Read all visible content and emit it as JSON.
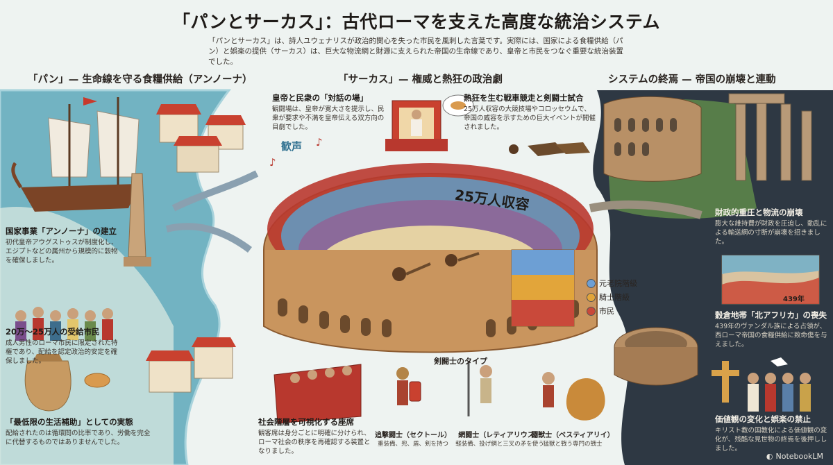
{
  "title": "「パンとサーカス」：古代ローマを支えた高度な統治システム",
  "intro": "「パンとサーカス」は、詩人ユウェナリスが政治的関心を失った市民を風刺した言葉です。実際には、国家による食糧供給（パン）と娯楽の提供（サーカス）は、巨大な物流網と財源に支えられた帝国の生命線であり、皇帝と市民をつなぐ重要な統治装置でした。",
  "sections": {
    "bread": "「パン」— 生命線を守る食糧供給（アンノーナ）",
    "circus": "「サーカス」— 権威と熱狂の政治劇",
    "end": "システムの終焉 — 帝国の崩壊と連動"
  },
  "bread_captions": [
    {
      "title": "国家事業「アンノーナ」の建立",
      "body": "初代皇帝アウグストゥスが制度化し、エジプトなどの属州から規模的に穀物を確保しました。"
    },
    {
      "title": "20万〜25万人の受給市民",
      "body": "成人男性のローマ市民に限定された特権であり、配給を認定政治的安定を確保しました。"
    },
    {
      "title": "「最低限の生活補助」としての実態",
      "body": "配給されたのは循環間の比率であり、労働を完全に代替するものではありませんでした。"
    }
  ],
  "circus_captions": [
    {
      "title": "皇帝と民衆の「対話の場」",
      "body": "観闘場は、皇帝が寛大さを提示し、民衆が要求や不満を皇帝伝える双方向の目劇でした。"
    },
    {
      "title": "熱狂を生む戦車競走と剣闘士試合",
      "body": "25万人収容の大競技場やコロッセウムで、帝国の威容を示すための巨大イベントが開催されました。"
    },
    {
      "title": "社会階層を可視化する座席",
      "body": "観客席は身分ごとに明確に分けられ、ローマ社会の秩序を再確認する装置となりました。"
    }
  ],
  "end_captions": [
    {
      "title": "財政的重圧と物流の崩壊",
      "body": "膨大な維持費が財政を圧迫し、動乱による輸送網の寸断が崩壊を招きました。"
    },
    {
      "title": "穀倉地帯「北アフリカ」の喪失",
      "body": "439年のヴァンダル族による占領が、西ローマ帝国の食糧供給に致命傷を与えました。"
    },
    {
      "title": "価値観の変化と娯楽の禁止",
      "body": "キリスト教の国教化による価値観の変化が、残酷な見世物の終焉を後押ししました。"
    }
  ],
  "arena_label": "25万人収容",
  "cheer_label": "歓声",
  "map_year": "439年",
  "legend": [
    {
      "label": "元老院階級",
      "color": "#6d9fd4"
    },
    {
      "label": "騎士階級",
      "color": "#e2a53a"
    },
    {
      "label": "市民",
      "color": "#c9493a"
    }
  ],
  "gladiator_heading": "剣闘士のタイプ",
  "gladiators": [
    {
      "name": "追撃闘士（セクトール）",
      "desc": "重装備、兜、盾、剣を持つ"
    },
    {
      "name": "網闘士（レティアリウス）",
      "desc": "軽装備、投げ網と三叉の矛を使う"
    },
    {
      "name": "闘獣士（ベスティアリイ）",
      "desc": "猛獣と戦う専門の戦士"
    }
  ],
  "brand": "NotebookLM",
  "colors": {
    "sea": "#5fa8b9",
    "land": "#e8ddc5",
    "dark": "#2c3640",
    "stone": "#c9a47a",
    "accent": "#b8382e"
  }
}
